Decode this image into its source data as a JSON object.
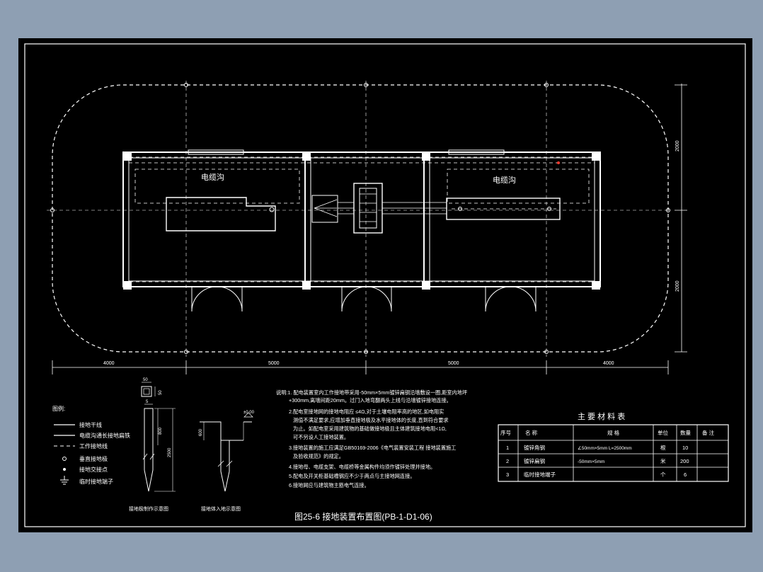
{
  "drawing": {
    "rooms": {
      "left": "电缆沟",
      "right": "电缆沟"
    },
    "dims": {
      "seg1": "4000",
      "seg2": "5000",
      "seg3": "5000",
      "seg4": "4000",
      "top_v": "2000",
      "bot_v": "2000"
    },
    "legend": {
      "title": "图例:",
      "items": [
        "接地干线",
        "电缆沟通长接地扁铁",
        "工作接地线",
        "垂直接地极",
        "接地交接点",
        "临时接地端子"
      ]
    },
    "details": {
      "dim_50a": "50",
      "dim_50b": "50",
      "dim_5": "5",
      "dim_800": "800",
      "dim_2500": "2500",
      "dim_600": "600",
      "elev": "±0.00",
      "caption_left": "接地极制作示意图",
      "caption_right": "接地体入地示意图"
    },
    "notes": [
      "说明:1. 配电装置室内工作接地带采用-50mm×5mm镀锌扁钢沿墙敷设一圈,距室内地坪",
      "+300mm,离墙间距20mm。过门入地弯翻两头上线与沿墙镀锌接地连接。",
      "2.配电室接地网的接地电阻应 ≤4Ω,对于土壤电阻率高的地区,如电阻实",
      "测值不满足要求,应增加垂直接地极及水平接地体的长度,直到符合要求",
      "为止。如配电室采用建筑物的基础做接地极且主体建筑接地电阻<1Ω,",
      "可不另设人工接地装置。",
      "3.接地装置的施工应满足GB50169-2006《电气装置安装工程 接地装置施工",
      "及验收规范》的规定。",
      "4.接地母、电缆支架、电缆桥等金属构件均须作镀锌处理并接地。",
      "5.配电及开关柜基础槽钢应不少于两点与主接地网连接。",
      "6.接地网应与建筑物主筋电气连接。"
    ],
    "title": "图25-6   接地装置布置图(PB-1-D1-06)"
  },
  "materials": {
    "title": "主 要 材 料 表",
    "headers": [
      "序号",
      "名  称",
      "规  格",
      "单位",
      "数量",
      "备 注"
    ],
    "rows": [
      [
        "1",
        "镀锌角钢",
        "∠50mm×5mm   L=2500mm",
        "根",
        "10",
        ""
      ],
      [
        "2",
        "镀锌扁钢",
        "-50mm×5mm",
        "米",
        "200",
        ""
      ],
      [
        "3",
        "临时接地端子",
        "",
        "个",
        "6",
        ""
      ]
    ]
  },
  "colors": {
    "background": "#8e9fb3",
    "sheet": "#000000",
    "line": "#ffffff",
    "accent": "#ff3b30"
  }
}
